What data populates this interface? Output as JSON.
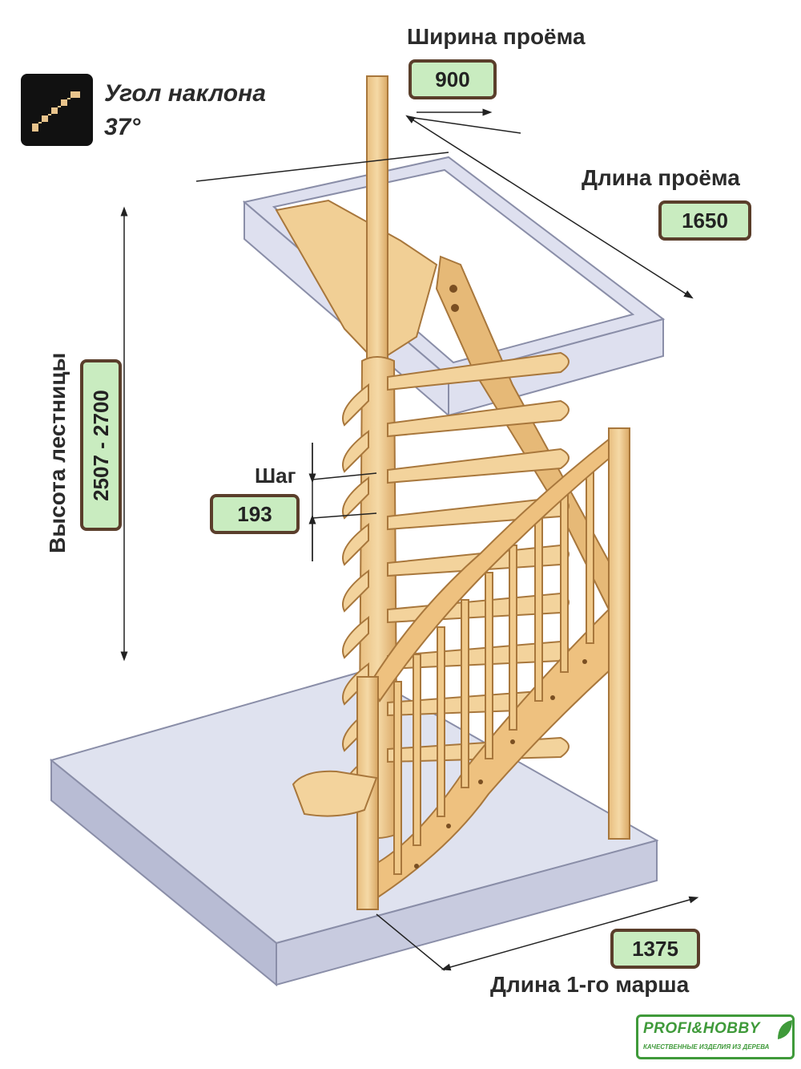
{
  "slope": {
    "label": "Угол наклона",
    "value": "37°"
  },
  "opening_width": {
    "label": "Ширина проёма",
    "value": "900"
  },
  "opening_length": {
    "label": "Длина проёма",
    "value": "1650"
  },
  "stair_height": {
    "label": "Высота лестницы",
    "value": "2507 - 2700"
  },
  "step": {
    "label": "Шаг",
    "value": "193"
  },
  "first_flight_length": {
    "label": "Длина 1-го марша",
    "value": "1375"
  },
  "brand": {
    "name": "PROFI&HOBBY",
    "tagline": "КАЧЕСТВЕННЫЕ ИЗДЕЛИЯ ИЗ ДЕРЕВА"
  },
  "colors": {
    "wood": "#eec98e",
    "wood_dark": "#c99654",
    "glass": "#cfd3e6",
    "value_box": "#c9ecc0",
    "box_border": "#5a3e2b",
    "logo_green": "#3f9a3a"
  }
}
